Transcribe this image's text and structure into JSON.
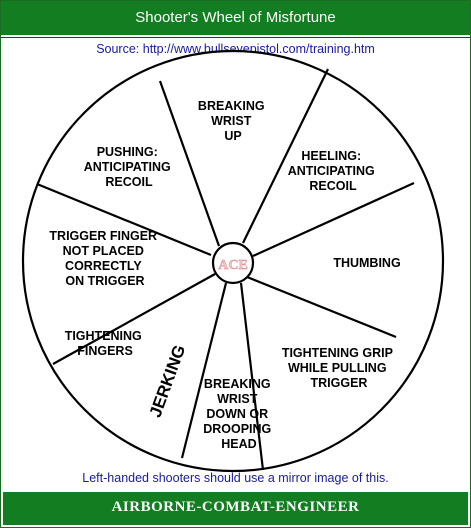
{
  "header": {
    "title": "Shooter's Wheel of Misfortune"
  },
  "source": "Source: http://www.bullseyepistol.com/training.htm",
  "wheel": {
    "center_label": "ACE",
    "segments": [
      {
        "lines": [
          "BREAKING",
          "WRIST",
          "UP"
        ]
      },
      {
        "lines": [
          "HEELING:",
          "ANTICIPATING",
          "RECOIL"
        ]
      },
      {
        "lines": [
          "THUMBING"
        ]
      },
      {
        "lines": [
          "TIGHTENING GRIP",
          "WHILE PULLING",
          "TRIGGER"
        ]
      },
      {
        "lines": [
          "BREAKING",
          "WRIST",
          "DOWN OR",
          "DROOPING",
          "HEAD"
        ]
      },
      {
        "lines": [
          "JERKING"
        ]
      },
      {
        "lines": [
          "TIGHTENING",
          "FINGERS"
        ]
      },
      {
        "lines": [
          "TRIGGER FINGER",
          "NOT PLACED",
          "CORRECTLY",
          "ON TRIGGER"
        ]
      },
      {
        "lines": [
          "PUSHING:",
          "ANTICIPATING",
          "RECOIL"
        ]
      }
    ]
  },
  "footnote": "Left-handed shooters should use a mirror image of this.",
  "footer": {
    "label": "AIRBORNE-COMBAT-ENGINEER"
  }
}
